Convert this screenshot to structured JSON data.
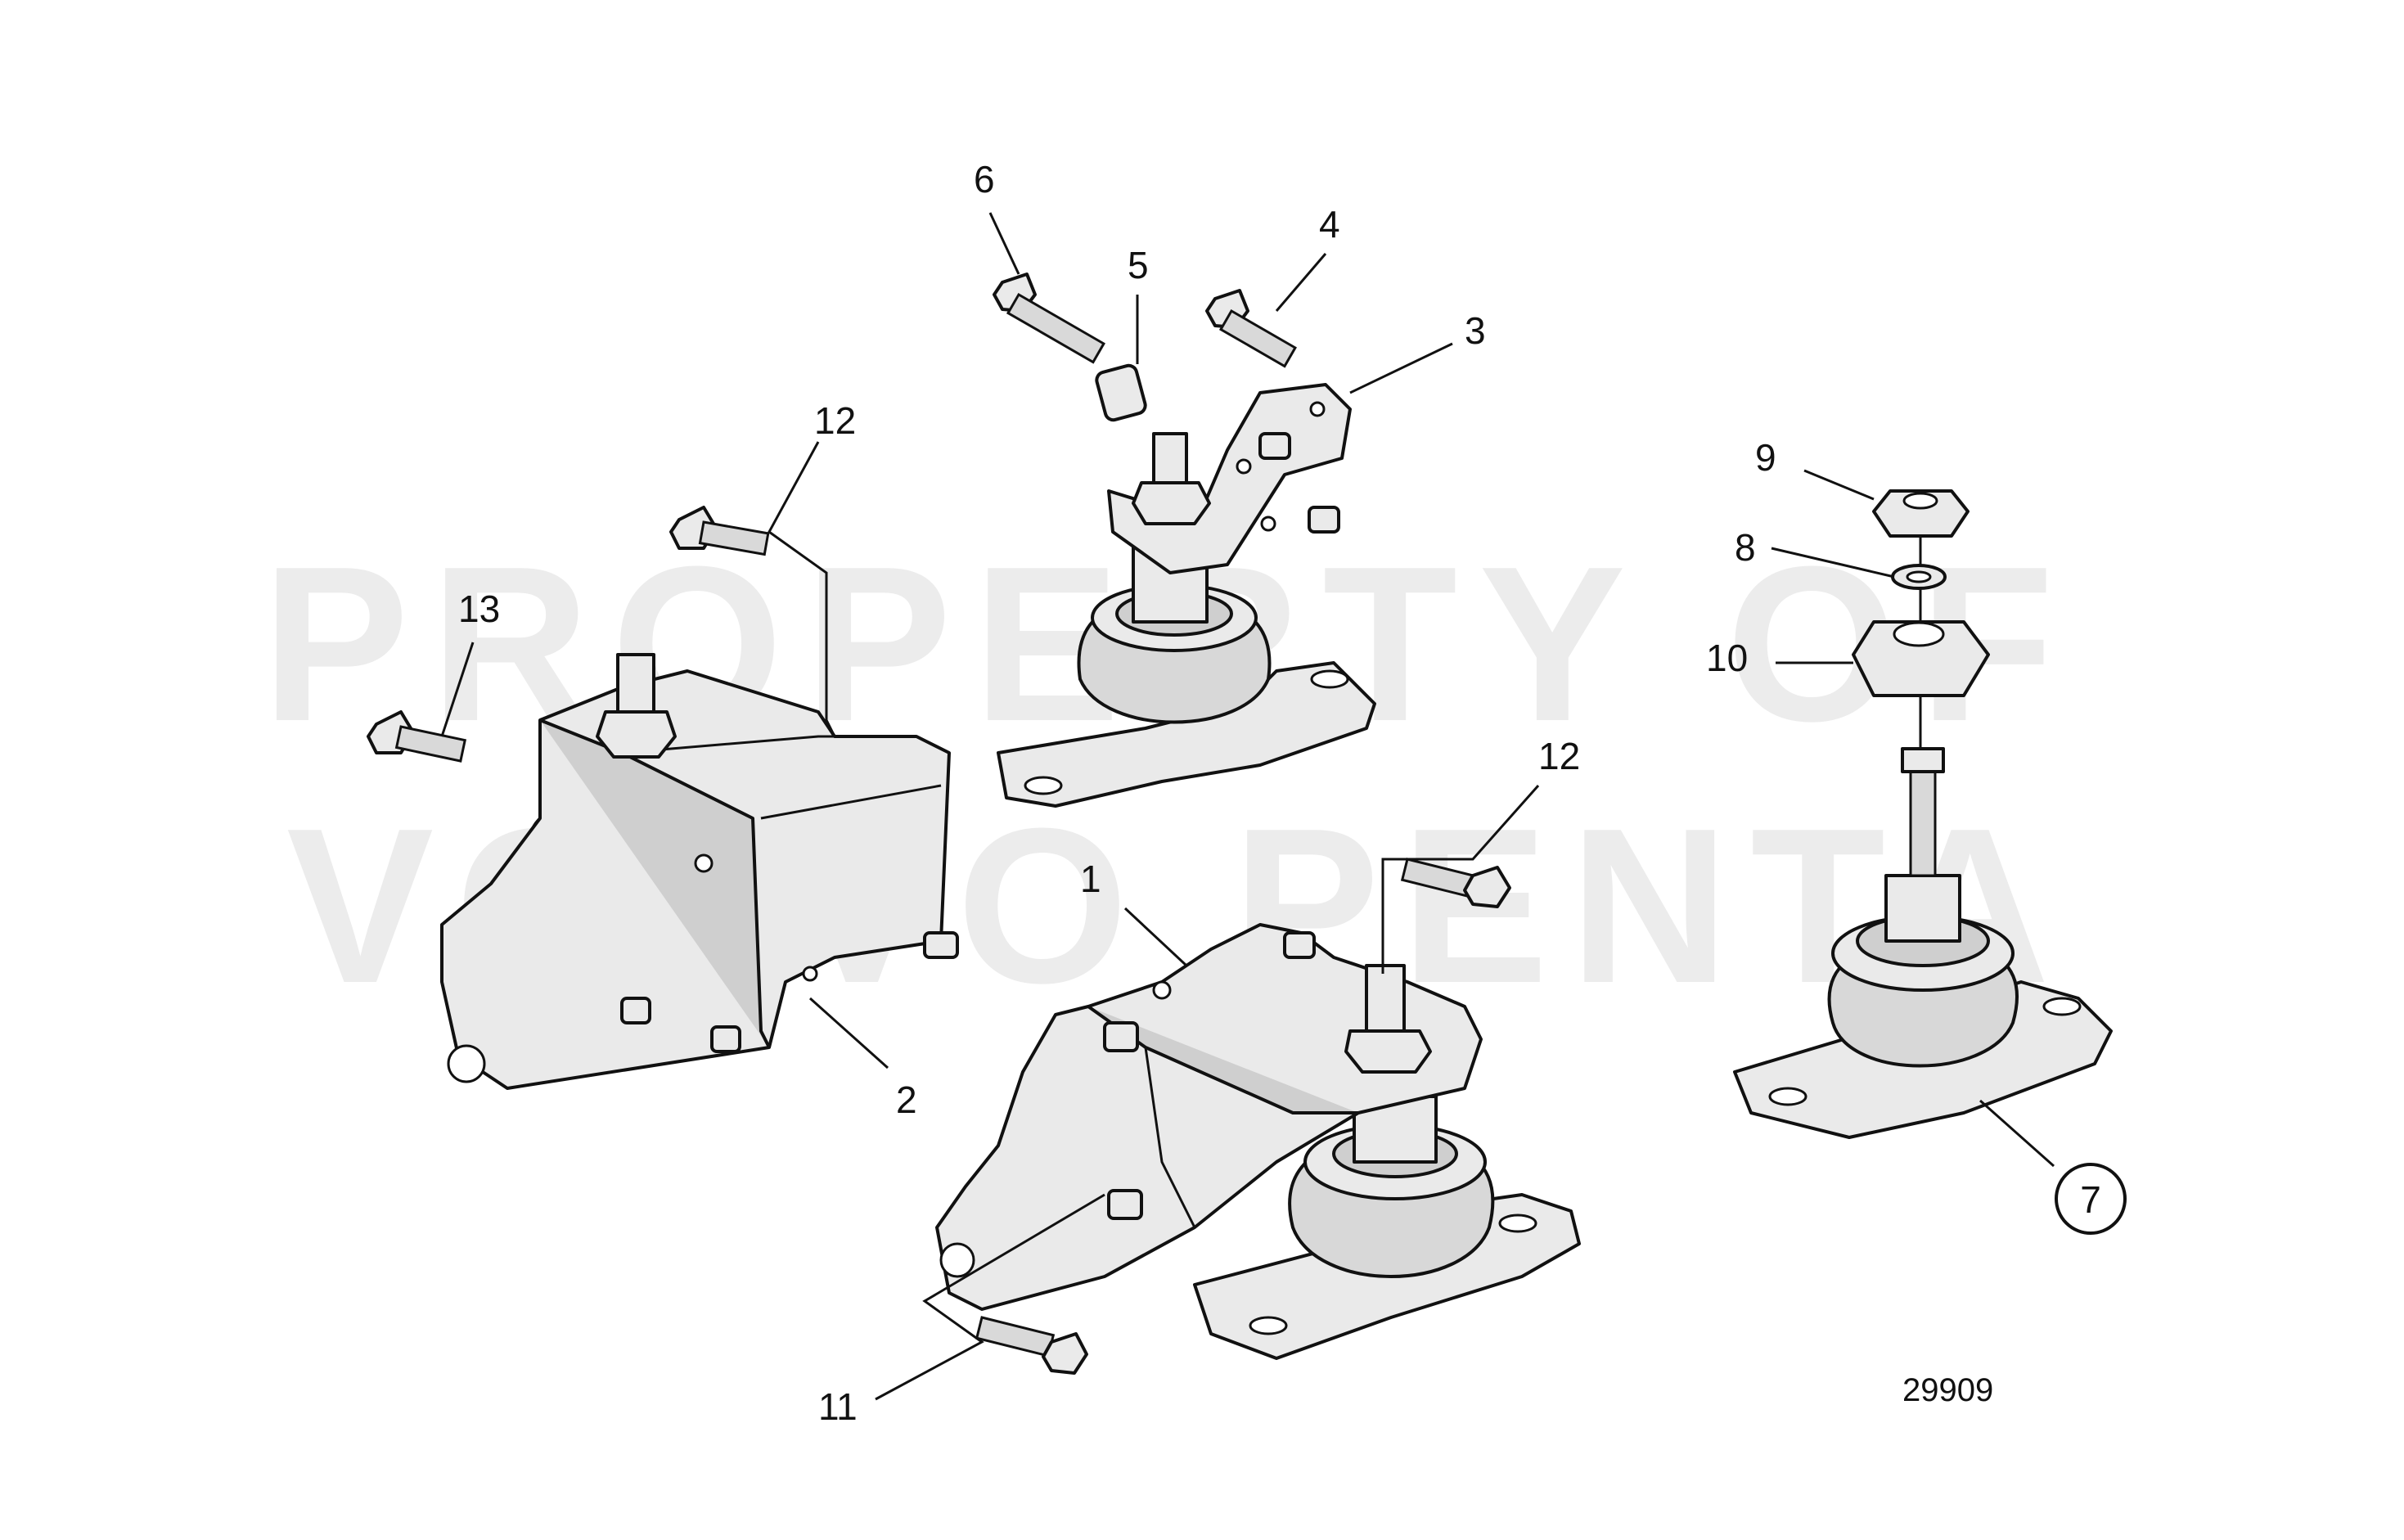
{
  "watermark": {
    "line1": "PROPERTY OF",
    "line2": "VOLVO PENTA"
  },
  "callouts": {
    "c1": "1",
    "c2": "2",
    "c3": "3",
    "c4": "4",
    "c5": "5",
    "c6": "6",
    "c7": "7",
    "c8": "8",
    "c9": "9",
    "c10": "10",
    "c11": "11",
    "c12a": "12",
    "c12b": "12",
    "c13": "13"
  },
  "drawing_number": "29909"
}
